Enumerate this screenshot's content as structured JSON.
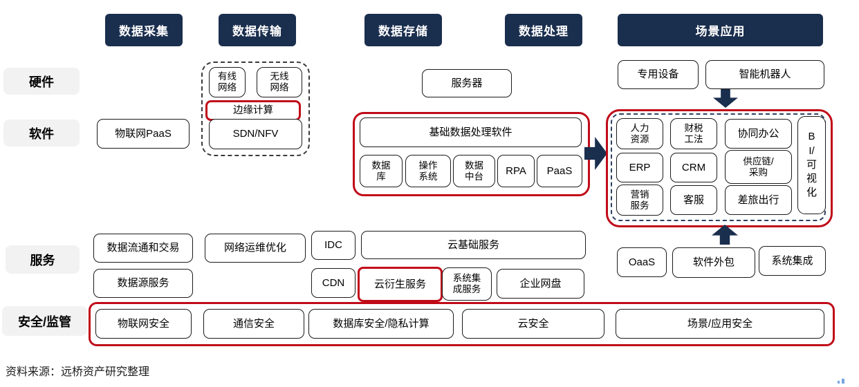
{
  "colors": {
    "navy": "#1a2e4e",
    "red": "#c00a18",
    "label_bg": "#f2f2f2"
  },
  "headers": {
    "collection": "数据采集",
    "transmission": "数据传输",
    "storage": "数据存储",
    "processing": "数据处理",
    "application": "场景应用"
  },
  "row_labels": {
    "hardware": "硬件",
    "software": "软件",
    "service": "服务",
    "security": "安全/监管"
  },
  "items": {
    "wired_network": "有线\n网络",
    "wireless_network": "无线\n网络",
    "edge_computing": "边缘计算",
    "sdn_nfv": "SDN/NFV",
    "iot_paas": "物联网PaaS",
    "server": "服务器",
    "dedicated_device": "专用设备",
    "smart_robot": "智能机器人",
    "base_data_software": "基础数据处理软件",
    "database": "数据\n库",
    "operating_system": "操作\n系统",
    "data_middle_platform": "数据\n中台",
    "rpa": "RPA",
    "paas": "PaaS",
    "hr": "人力\n资源",
    "finance_tax": "财税\n工法",
    "collab_office": "协同办公",
    "bi_visualization": "B\nI/\n可\n视\n化",
    "erp": "ERP",
    "crm": "CRM",
    "supply_chain": "供应链/\n采购",
    "marketing_service": "营销\n服务",
    "customer_service": "客服",
    "business_travel": "差旅出行",
    "data_trade": "数据流通和交易",
    "network_ops": "网络运维优化",
    "idc": "IDC",
    "cloud_base_service": "云基础服务",
    "data_source_service": "数据源服务",
    "cdn": "CDN",
    "cloud_derived_service": "云衍生服务",
    "system_integration_service": "系统集\n成服务",
    "enterprise_drive": "企业网盘",
    "oaas": "OaaS",
    "software_outsourcing": "软件外包",
    "system_integration": "系统集成",
    "iot_security": "物联网安全",
    "comm_security": "通信安全",
    "db_security": "数据库安全/隐私计算",
    "cloud_security": "云安全",
    "app_security": "场景/应用安全"
  },
  "source_note": "资料来源：远桥资产研究整理"
}
